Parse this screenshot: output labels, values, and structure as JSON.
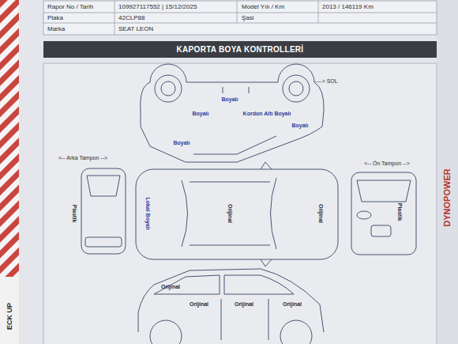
{
  "diagram": {
    "title": "KAPORTA BOYA KONTROLLERİ",
    "labels": [
      "Rapor No / Tarih",
      "109927117552 | 15/12/2025",
      "Model Yılı / Km",
      "2013 / 146119 Km",
      "Plaka",
      "42CLP88",
      "Şasi",
      "Marka",
      "SEAT LEON",
      "----> SOL",
      "Boyalı",
      "Boyalı",
      "Kordon Altı Boyalı",
      "Boyalı",
      "Boyalı",
      "<-- Arka Tampon -->",
      "<-- Ön Tampon -->",
      "Plastik",
      "Lokal Boyalı",
      "Orijinal",
      "Orijinal",
      "Plastik",
      "Orijinal",
      "Orijinal",
      "Orijinal",
      "Orijinal",
      "DYNOPOWER",
      "ECK UP"
    ]
  }
}
